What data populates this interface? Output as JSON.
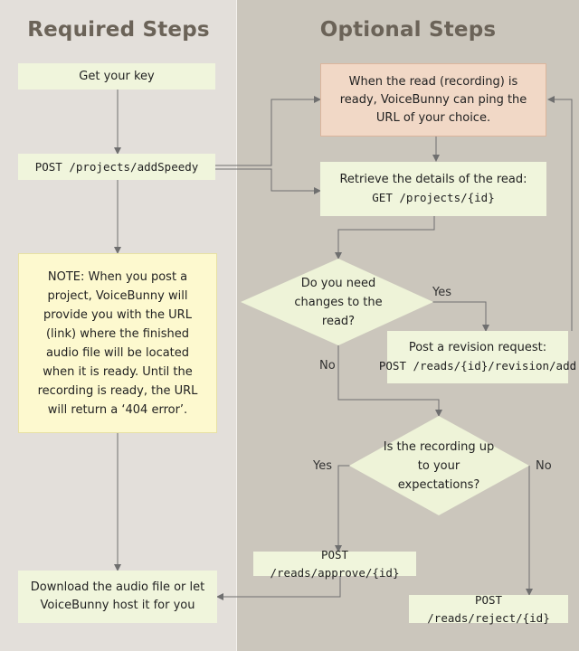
{
  "headings": {
    "required": "Required Steps",
    "optional": "Optional Steps"
  },
  "required": {
    "get_key": "Get your key",
    "post_speedy": "POST /projects/addSpeedy",
    "note_lines": [
      "NOTE:  When you post a",
      "project, VoiceBunny will",
      "provide you with the URL",
      "(link) where the finished",
      "audio file will be located",
      "when it is ready.  Until the",
      "recording is ready, the URL",
      "will return a ‘404 error’."
    ],
    "download_lines": [
      "Download the audio file or let",
      "VoiceBunny host it for you"
    ]
  },
  "optional": {
    "ping_lines": [
      "When the read (recording) is",
      "ready, VoiceBunny can ping the",
      "URL of your choice."
    ],
    "retrieve_lines": [
      "Retrieve the details of the read:",
      "GET /projects/{id}"
    ],
    "changes_lines": [
      "Do you need",
      "changes to the",
      "read?"
    ],
    "revision_lines": [
      "Post a revision request:",
      "POST /reads/{id}/revision/add"
    ],
    "expectations_lines": [
      "Is the recording",
      "up to your",
      "expectations?"
    ],
    "approve": "POST /reads/approve/{id}",
    "reject": "POST /reads/reject/{id}"
  },
  "labels": {
    "yes_changes": "Yes",
    "no_changes": "No",
    "yes_expect": "Yes",
    "no_expect": "No"
  },
  "colors": {
    "left_panel": "#e3dfda",
    "right_panel": "#cbc6bc",
    "step_box": "#f0f5dc",
    "note_box": "#fdf9cf",
    "ping_box": "#f1d8c6",
    "heading": "#6b6358",
    "connector": "#6f6f6f"
  }
}
